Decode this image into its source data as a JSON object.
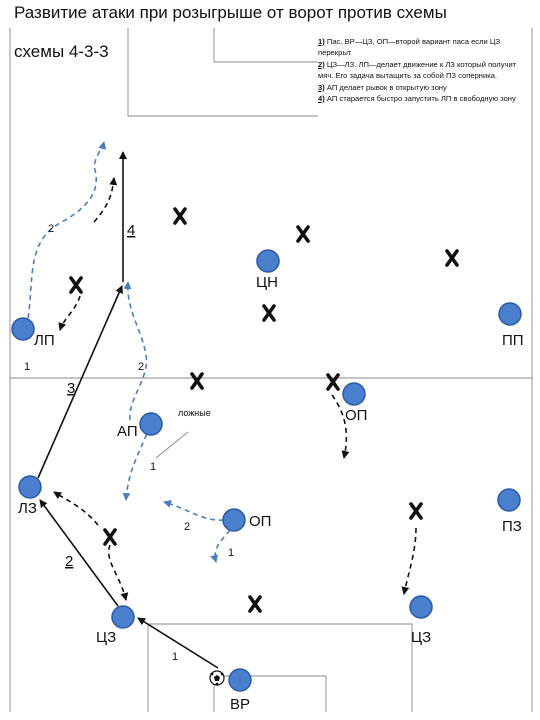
{
  "title": "Развитие атаки при розыгрыше от ворот против схемы",
  "subtitle": "схемы 4-3-3",
  "notes": [
    {
      "num": "1)",
      "text": " Пас. ВР—ЦЗ,    ОП—второй вариант паса если ЦЗ перекрыт"
    },
    {
      "num": "2)",
      "text": " ЦЗ—ЛЗ. ЛП—делает движение к ЛЗ который получит мяч. Его задача вытащить за собой ПЗ соперника."
    },
    {
      "num": "3)",
      "text": " АП делает рывок в открытую зону"
    },
    {
      "num": "4)",
      "text": " АП старается быстро запустить ЛП в свободную зону"
    }
  ],
  "players": [
    {
      "label": "ЦН"
    },
    {
      "label": "ЛП"
    },
    {
      "label": "ПП"
    },
    {
      "label": "ОП"
    },
    {
      "label": "АП"
    },
    {
      "label": "ЛЗ"
    },
    {
      "label": "ОП"
    },
    {
      "label": "ПЗ"
    },
    {
      "label": "ЦЗ"
    },
    {
      "label": "ЦЗ"
    },
    {
      "label": "ВР"
    }
  ],
  "annotations": {
    "false_run": "ложные",
    "n1_lp": "1",
    "n2_lp": "2",
    "n2_top": "2",
    "n3": "3",
    "n4": "4",
    "n1_ap": "1",
    "n2_lz": "2",
    "n2_op": "2",
    "n1_op": "1",
    "n1_vr": "1"
  },
  "colors": {
    "player": "#4a7fce",
    "run_blue": "#4a7fbf",
    "run_black": "#111111",
    "opponent": "#111111"
  },
  "icons": [
    "ball-icon"
  ]
}
